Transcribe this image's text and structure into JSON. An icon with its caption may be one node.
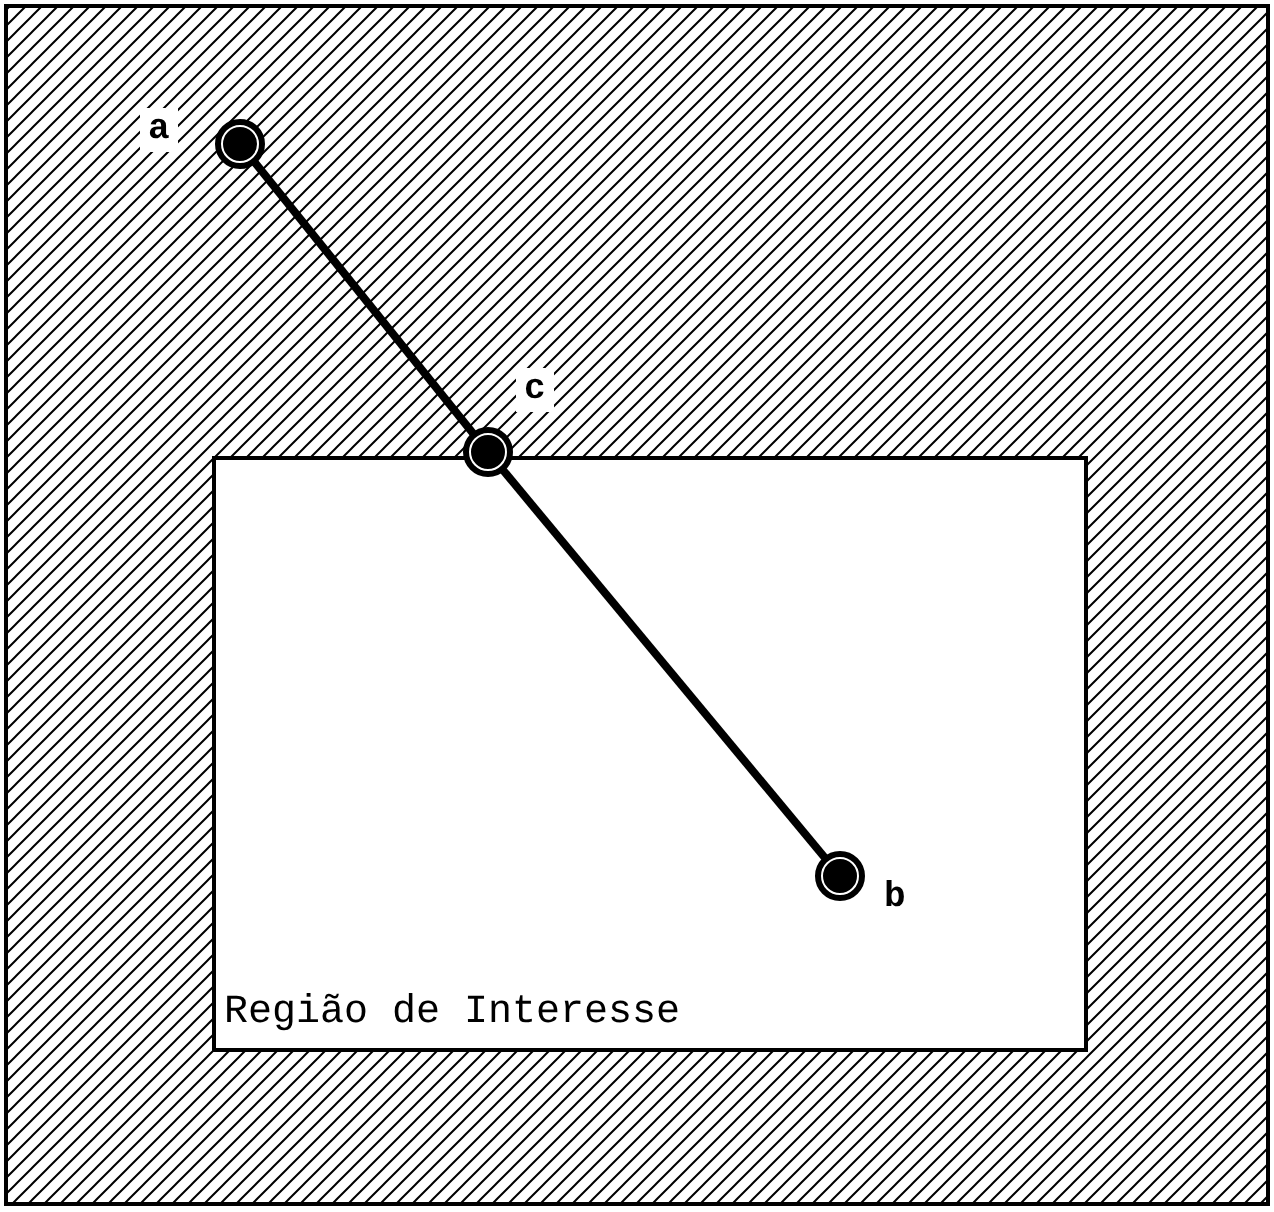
{
  "diagram": {
    "nodes": [
      {
        "text": [
          "Região de Interesse"
        ]
      },
      {
        "text": [],
        "shape": "circle",
        "beside": [
          "a"
        ]
      },
      {
        "text": [],
        "shape": "circle",
        "beside": [
          "c"
        ]
      },
      {
        "text": [],
        "shape": "circle",
        "beside": [
          "b"
        ],
        "in": 0
      }
    ],
    "edges": [
      {
        "from": 1,
        "to": 2,
        "arrow": "none"
      },
      {
        "from": 2,
        "to": 3,
        "arrow": "none"
      }
    ]
  }
}
